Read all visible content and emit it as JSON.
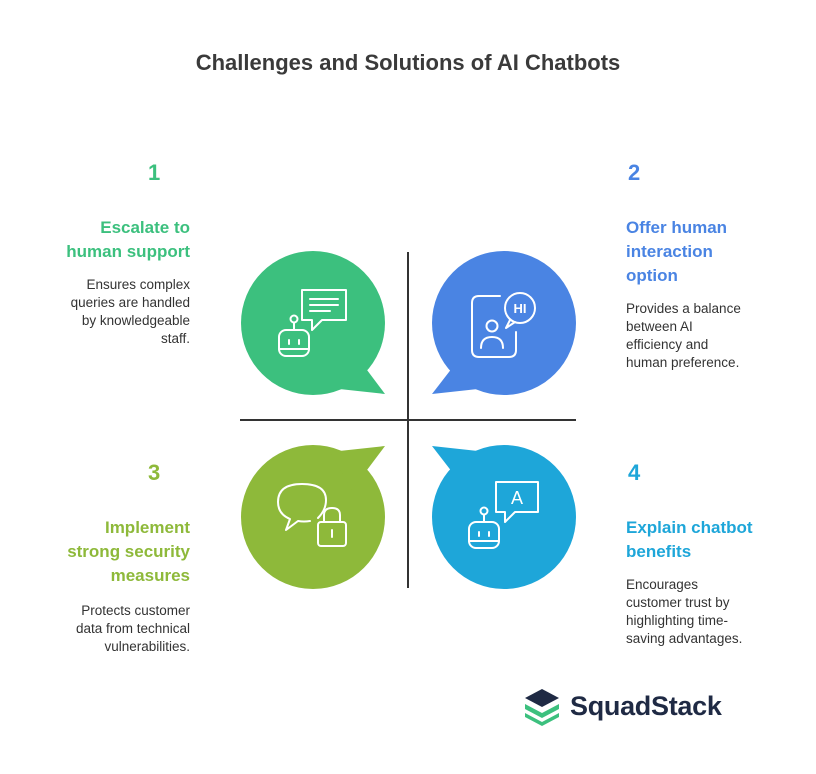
{
  "title": "Challenges and Solutions of AI Chatbots",
  "colors": {
    "green": "#3cc07e",
    "blue": "#4a84e3",
    "olive": "#8eb93a",
    "cyan": "#1ea6d9",
    "axis": "#333333"
  },
  "items": [
    {
      "number": "1",
      "heading_lines": [
        "Escalate to",
        "human support"
      ],
      "desc_lines": [
        "Ensures complex",
        "queries are handled",
        "by knowledgeable",
        "staff."
      ],
      "icon": "robot-chat-icon"
    },
    {
      "number": "2",
      "heading_lines": [
        "Offer human",
        "interaction",
        "option"
      ],
      "desc_lines": [
        "Provides a balance",
        "between AI",
        "efficiency and",
        "human preference."
      ],
      "icon": "phone-hi-icon",
      "icon_text": "HI"
    },
    {
      "number": "3",
      "heading_lines": [
        "Implement",
        "strong security",
        "measures"
      ],
      "desc_lines": [
        "Protects customer",
        "data from technical",
        "vulnerabilities."
      ],
      "icon": "chat-lock-icon"
    },
    {
      "number": "4",
      "heading_lines": [
        "Explain chatbot",
        "benefits"
      ],
      "desc_lines": [
        "Encourages",
        "customer trust by",
        "highlighting time-",
        "saving advantages."
      ],
      "icon": "robot-translate-icon",
      "icon_text": "A"
    }
  ],
  "brand": {
    "name": "SquadStack",
    "icon": "stack-logo-icon"
  }
}
